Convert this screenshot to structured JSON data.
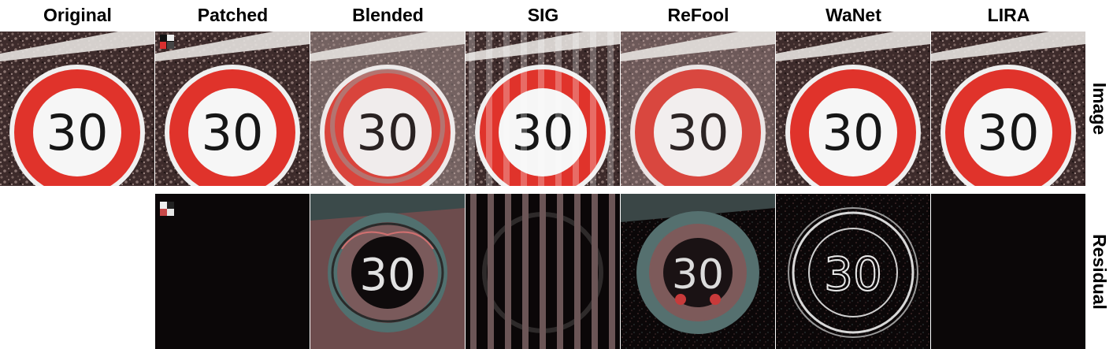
{
  "columns": [
    {
      "key": "original",
      "label": "Original"
    },
    {
      "key": "patched",
      "label": "Patched"
    },
    {
      "key": "blended",
      "label": "Blended"
    },
    {
      "key": "sig",
      "label": "SIG"
    },
    {
      "key": "refool",
      "label": "ReFool"
    },
    {
      "key": "wanet",
      "label": "WaNet"
    },
    {
      "key": "lira",
      "label": "LIRA"
    }
  ],
  "rows": {
    "image": {
      "label": "Image"
    },
    "residual": {
      "label": "Residual"
    }
  },
  "sign_text": "30",
  "colors": {
    "sign_red": "#e0332b",
    "sign_white": "#f4f4f4",
    "background_dark": "#3a2a2a",
    "residual_black": "#0b0708",
    "residual_teal": "#4f7f7d",
    "residual_pink": "#7a5556"
  }
}
